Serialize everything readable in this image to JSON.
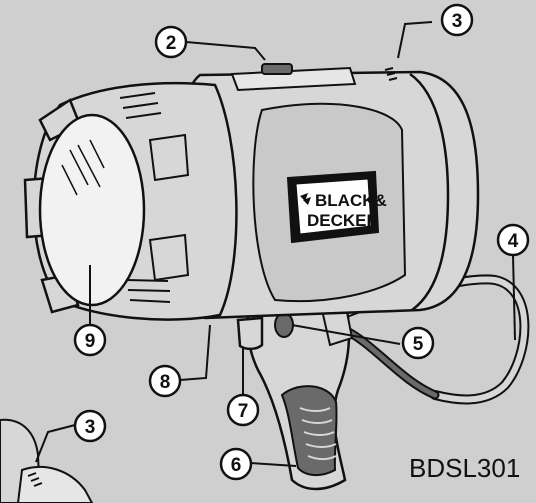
{
  "diagram": {
    "model_label": "BDSL301",
    "brand": {
      "line1": "BLACK&",
      "line2": "DECKER"
    },
    "callouts": [
      {
        "id": "c2",
        "number": "2"
      },
      {
        "id": "c3",
        "number": "3"
      },
      {
        "id": "c3b",
        "number": "3"
      },
      {
        "id": "c4",
        "number": "4"
      },
      {
        "id": "c5",
        "number": "5"
      },
      {
        "id": "c6",
        "number": "6"
      },
      {
        "id": "c7",
        "number": "7"
      },
      {
        "id": "c8",
        "number": "8"
      },
      {
        "id": "c9",
        "number": "9"
      }
    ]
  },
  "colors": {
    "background": "#cfcfcf",
    "outline": "#111111",
    "body_fill": "#d7d7d7",
    "lens_fill": "#f2f2f2",
    "dark_fill": "#6a6a6a",
    "badge_fill": "#ffffff"
  }
}
